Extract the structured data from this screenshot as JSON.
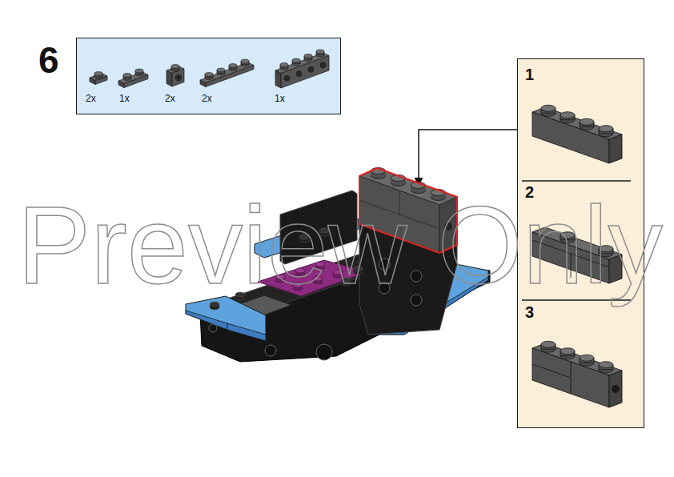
{
  "diagram": {
    "nodes": [
      {
        "text": [
          "2x",
          "1x",
          "2x",
          "2x",
          "1x"
        ]
      },
      {
        "text": [
          "1",
          "2",
          "3"
        ]
      }
    ],
    "labels": [
      "6",
      "Preview Only"
    ]
  }
}
